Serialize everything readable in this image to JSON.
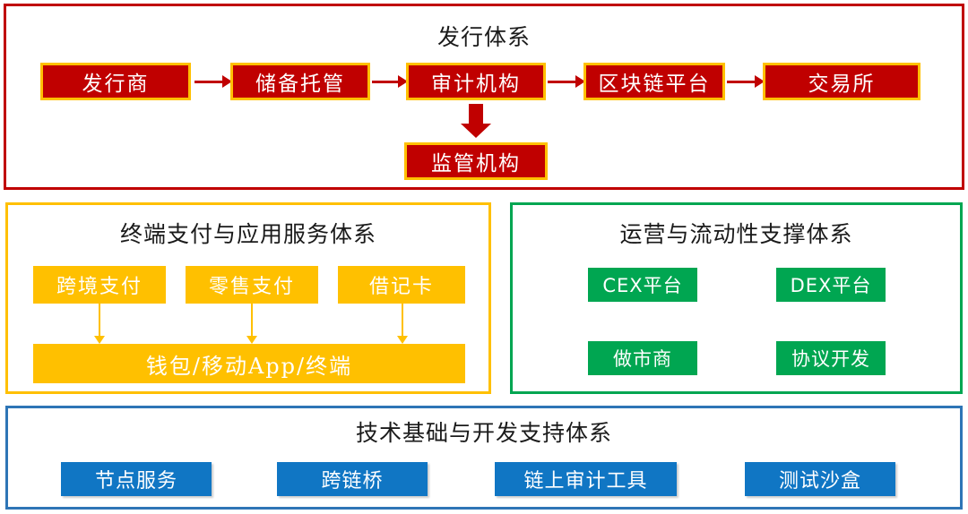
{
  "diagram": {
    "title_semantics": "stablecoin-ecosystem-architecture",
    "panels": [
      {
        "id": "issuance",
        "title": "发行体系",
        "accent": "#C00000",
        "border_color": "#C00000",
        "node_fill": "#C00000",
        "node_border": "#FFC000",
        "flow": [
          "发行商",
          "储备托管",
          "审计机构",
          "区块链平台",
          "交易所"
        ],
        "branch": {
          "from": "审计机构",
          "to": "监管机构",
          "label": "监管机构"
        }
      },
      {
        "id": "terminal",
        "title": "终端支付与应用服务体系",
        "accent": "#FFC000",
        "border_color": "#FFC000",
        "node_fill": "#FFC000",
        "top_nodes": [
          "跨境支付",
          "零售支付",
          "借记卡"
        ],
        "bottom_node": "钱包/移动App/终端"
      },
      {
        "id": "ops",
        "title": "运营与流动性支撑体系",
        "accent": "#00A651",
        "border_color": "#00A651",
        "node_fill": "#00A651",
        "nodes": [
          "CEX平台",
          "DEX平台",
          "做市商",
          "协议开发"
        ]
      },
      {
        "id": "tech",
        "title": "技术基础与开发支持体系",
        "accent": "#2E75B6",
        "border_color": "#2E75B6",
        "node_fill": "#1076C4",
        "nodes": [
          "节点服务",
          "跨链桥",
          "链上审计工具",
          "测试沙盒"
        ]
      }
    ]
  }
}
